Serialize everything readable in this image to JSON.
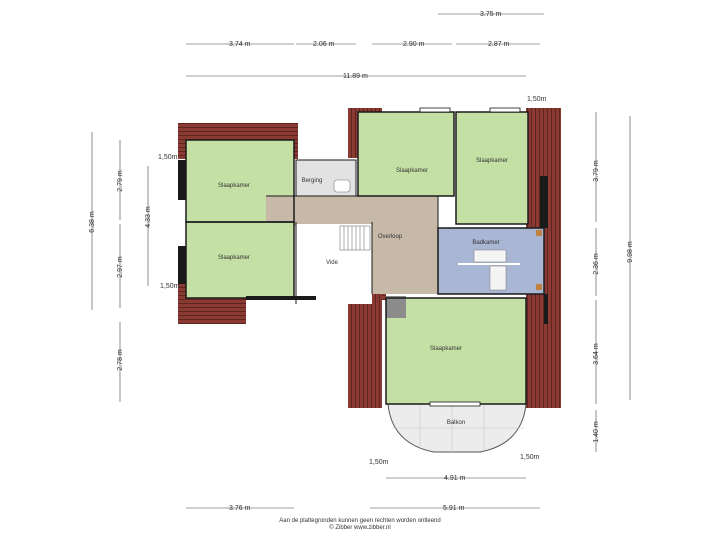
{
  "colors": {
    "bedroom": "#c5e0a5",
    "landing": "#c6b9a8",
    "bathroom": "#a9b6d4",
    "storage": "#e2e2e2",
    "void": "#ffffff",
    "roof": "#8a3a32",
    "wall": "#1a1a1a"
  },
  "rooms": {
    "bedroom_top_left": "Slaapkamer",
    "bedroom_top_center": "Slaapkamer",
    "bedroom_top_right": "Slaapkamer",
    "bedroom_mid_left": "Slaapkamer",
    "bedroom_bottom": "Slaapkamer",
    "storage": "Berging",
    "landing": "Overloop",
    "void": "Vide",
    "bathroom": "Badkamer",
    "balcony": "Balkon"
  },
  "dimensions": {
    "top_right_3_75": "3.75 m",
    "top_3_74": "3.74 m",
    "top_2_06": "2.06 m",
    "top_2_90": "2.90 m",
    "top_2_87": "2.87 m",
    "top_total": "11.89 m",
    "left_total": "6.38 m",
    "left_2_79": "2.79 m",
    "left_4_33": "4.33 m",
    "left_2_97": "2.97 m",
    "left_2_78": "2.78 m",
    "right_3_79": "3.79 m",
    "right_2_36": "2.36 m",
    "right_3_64": "3.64 m",
    "right_1_40": "1.40 m",
    "right_total": "9.98 m",
    "bottom_3_76": "3.76 m",
    "bottom_5_91": "5.91 m",
    "bottom_4_91": "4.91 m",
    "label_150_top_right": "1,50m",
    "label_150_left_top": "1,50m",
    "label_150_left_bottom": "1,50m",
    "label_150_bottom_left": "1,50m",
    "label_150_bottom_right": "1,50m"
  },
  "footer": {
    "disclaimer": "Aan de plattegronden kunnen geen rechten worden ontleend",
    "credit": "© Zibber www.zibber.nl"
  }
}
